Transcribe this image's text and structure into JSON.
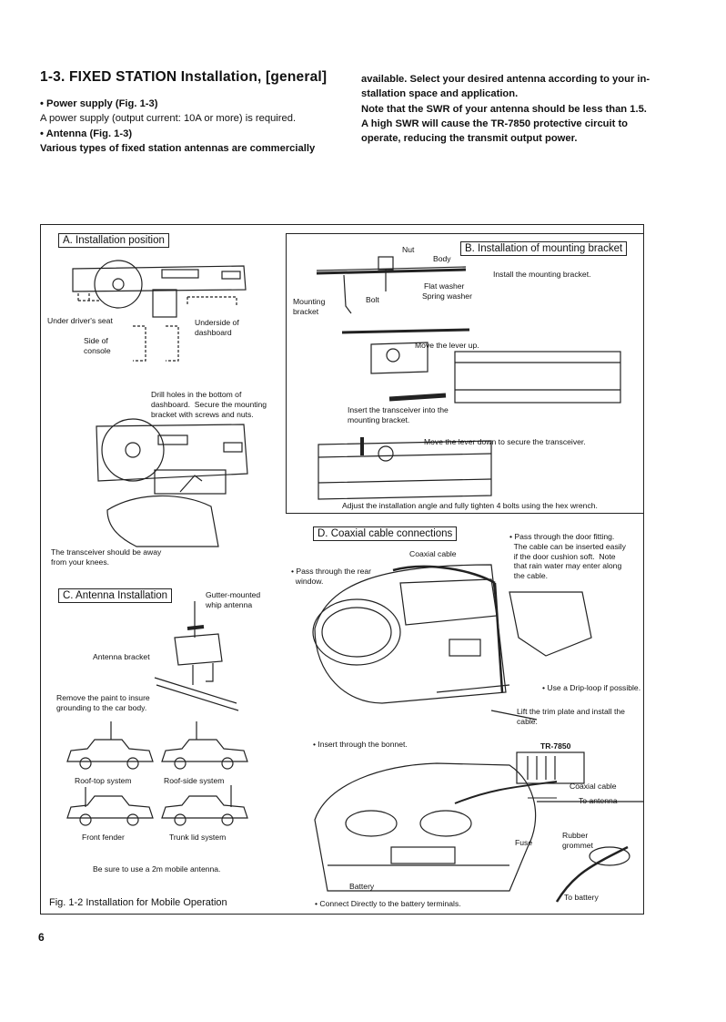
{
  "heading": "1-3. FIXED STATION Installation, [general]",
  "intro": {
    "power_head": "• Power supply (Fig. 1-3)",
    "power_text": "A power supply (output current:  10A or more) is required.",
    "antenna_head": "• Antenna (Fig. 1-3)",
    "antenna_text1": "Various types of fixed station antennas are commercially",
    "antenna_text2": "available. Select your desired antenna according to your in-stallation space and application.",
    "swr_note": "Note that the SWR of your antenna should be less than 1.5.",
    "swr_text": "A high SWR will cause the TR-7850 protective circuit to operate, reducing the transmit output power."
  },
  "section_a": {
    "title": "A.  Installation position",
    "under_seat": "Under driver's seat",
    "side_console": "Side of\nconsole",
    "underside_dash": "Underside of\ndashboard",
    "drill_note": "Drill holes in the bottom of\ndashboard.  Secure the mounting\nbracket with screws and nuts.",
    "knees_note": "The transceiver should be away\nfrom your knees."
  },
  "section_b": {
    "title": "B.  Installation of mounting bracket",
    "nut": "Nut",
    "body": "Body",
    "install_bracket": "Install the mounting bracket.",
    "flat_washer": "Flat washer",
    "spring_washer": "Spring washer",
    "mounting_bracket": "Mounting\nbracket",
    "bolt": "Bolt",
    "lever_up": "Move the lever up.",
    "insert": "Insert the transceiver into the\nmounting bracket.",
    "lever_down": "Move the lever down to secure the transceiver.",
    "adjust": "Adjust the installation angle and fully tighten 4 bolts using the hex wrench."
  },
  "section_c": {
    "title": "C.  Antenna Installation",
    "gutter": "Gutter-mounted\nwhip antenna",
    "bracket": "Antenna bracket",
    "paint": "Remove the paint to insure\ngrounding to the car body.",
    "roof_top": "Roof-top system",
    "roof_side": "Roof-side system",
    "front_fender": "Front fender",
    "trunk_lid": "Trunk lid system",
    "mobile_note": "Be sure to use a 2m mobile antenna."
  },
  "section_d": {
    "title": "D.  Coaxial cable connections",
    "coax": "Coaxial cable",
    "rear_window": "• Pass through the rear\n  window.",
    "door": "• Pass through the door fitting.\n  The cable can be inserted easily\n  if the door cushion soft.  Note\n  that rain water may enter along\n  the cable.",
    "drip": "• Use a Drip-loop if possible.",
    "trim": "Lift the trim plate and install the\ncable.",
    "bonnet": "• Insert through the bonnet.",
    "model": "TR-7850",
    "coax2": "Coaxial cable",
    "to_antenna": "To antenna",
    "fuse": "Fuse",
    "battery": "Battery",
    "rubber": "Rubber\ngrommet",
    "to_battery": "To battery",
    "connect": "• Connect Directly to the battery terminals."
  },
  "figure_caption": "Fig. 1-2 Installation for Mobile Operation",
  "page_number": "6"
}
